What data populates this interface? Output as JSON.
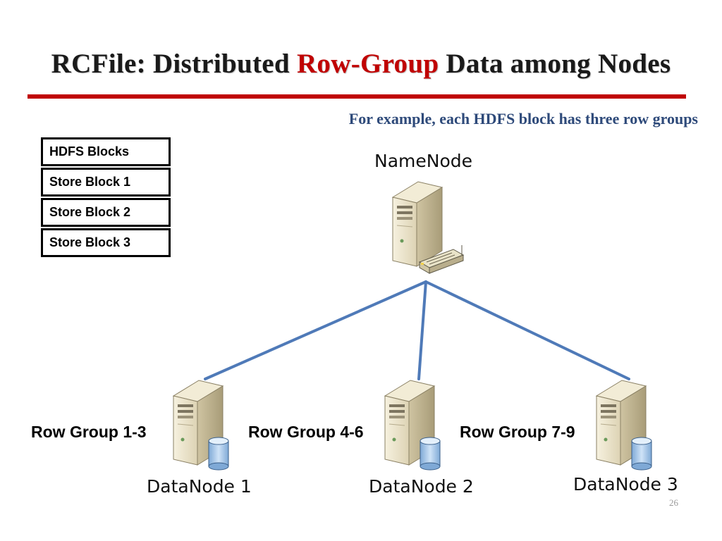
{
  "slide": {
    "title_prefix": "RCFile: Distributed ",
    "title_accent": "Row-Group",
    "title_suffix": " Data among Nodes",
    "subtitle": "For example, each HDFS block has three row groups",
    "page_number": "26"
  },
  "legend": {
    "cells": [
      "HDFS Blocks",
      "Store Block 1",
      "Store Block 2",
      "Store Block 3"
    ]
  },
  "namenode": {
    "label": "NameNode"
  },
  "datanodes": [
    {
      "label": "DataNode 1",
      "row_groups": "Row Group 1-3"
    },
    {
      "label": "DataNode 2",
      "row_groups": "Row Group 4-6"
    },
    {
      "label": "DataNode 3",
      "row_groups": "Row Group 7-9"
    }
  ],
  "colors": {
    "title_accent": "#c00000",
    "rule": "#c00000",
    "subtitle": "#2e4a7a",
    "connector": "#4f7ab8",
    "server_body": "#ede6cf",
    "server_side": "#b9ad8a",
    "disk": "#a9cbea"
  },
  "icons": {
    "namenode": "server-with-network-switch-icon",
    "datanode": "server-with-database-icon"
  }
}
